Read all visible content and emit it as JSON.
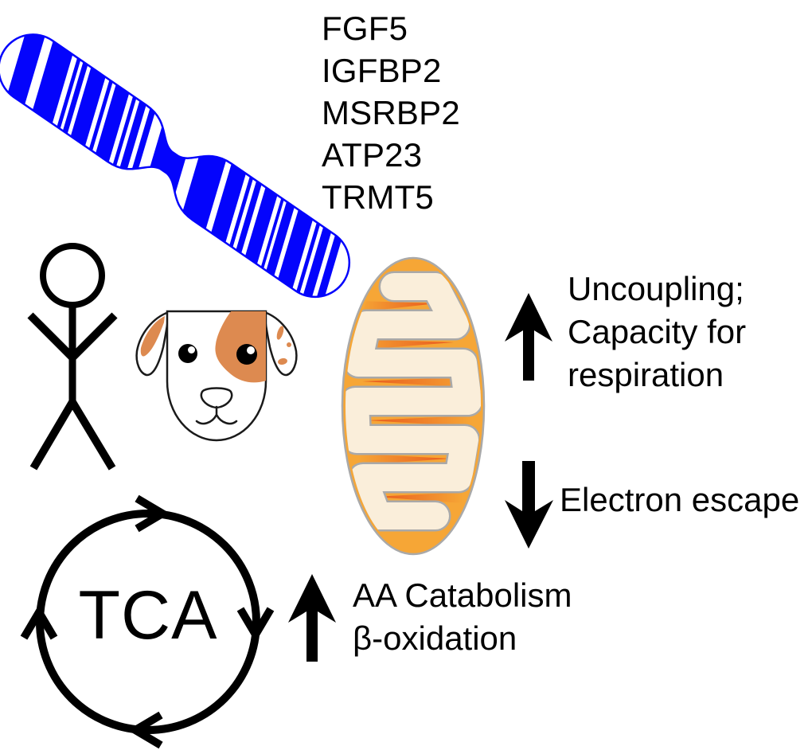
{
  "figure": {
    "type": "scientific-diagram",
    "background": "#ffffff"
  },
  "colors": {
    "ink": "#000000",
    "chromosome_blue": "#0404fc",
    "dog_patch_orange": "#dd8a50",
    "mito_body_orange": "#f6a636",
    "mito_deep_orange": "#e8591d",
    "mito_cristae_cream": "#faeeda",
    "mito_membrane_gray": "#a9a9a9"
  },
  "gene_list": {
    "items": [
      "FGF5",
      "IGFBP2",
      "MSRBP2",
      "ATP23",
      "TRMT5"
    ]
  },
  "icons": {
    "chromosome": "chromosome-ideogram",
    "human": "stick-figure-person",
    "dog": "dog-face",
    "mitochondrion": "mitochondrion",
    "tca_cycle": "circular-clockwise-arrows",
    "up_arrow": "↑",
    "down_arrow": "↓"
  },
  "tca": {
    "label": "TCA"
  },
  "annotations": {
    "uncoupling": {
      "arrow": "up",
      "line1": "Uncoupling;",
      "line2": "Capacity for",
      "line3": "respiration"
    },
    "electron_escape": {
      "arrow": "down",
      "line1": "Electron escape"
    },
    "catabolism": {
      "arrow": "up",
      "line1": "AA Catabolism",
      "line2": "β-oxidation"
    }
  }
}
